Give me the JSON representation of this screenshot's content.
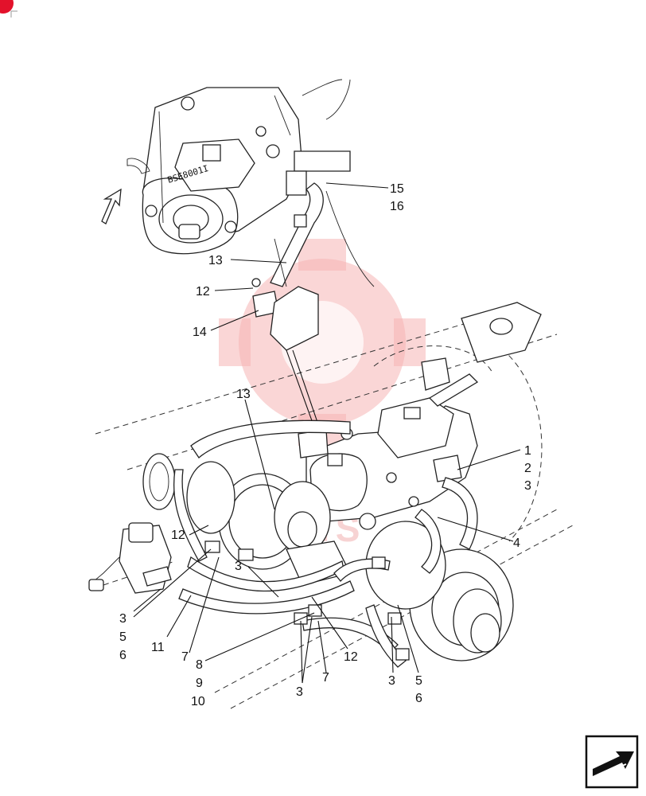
{
  "diagram": {
    "stamp_text": "BSE8001I",
    "watermark_text": "PARTS",
    "callouts": [
      {
        "id": "c15",
        "text": "15"
      },
      {
        "id": "c16",
        "text": "16"
      },
      {
        "id": "c13a",
        "text": "13"
      },
      {
        "id": "c12a",
        "text": "12"
      },
      {
        "id": "c14",
        "text": "14"
      },
      {
        "id": "c13b",
        "text": "13"
      },
      {
        "id": "c1",
        "text": "1"
      },
      {
        "id": "c2",
        "text": "2"
      },
      {
        "id": "c3a",
        "text": "3"
      },
      {
        "id": "c4",
        "text": "4"
      },
      {
        "id": "c12b",
        "text": "12"
      },
      {
        "id": "c3b",
        "text": "3"
      },
      {
        "id": "c3c",
        "text": "3"
      },
      {
        "id": "c5a",
        "text": "5"
      },
      {
        "id": "c6a",
        "text": "6"
      },
      {
        "id": "c11",
        "text": "11"
      },
      {
        "id": "c7a",
        "text": "7"
      },
      {
        "id": "c8",
        "text": "8"
      },
      {
        "id": "c9",
        "text": "9"
      },
      {
        "id": "c10",
        "text": "10"
      },
      {
        "id": "c3d",
        "text": "3"
      },
      {
        "id": "c7b",
        "text": "7"
      },
      {
        "id": "c12c",
        "text": "12"
      },
      {
        "id": "c3e",
        "text": "3"
      },
      {
        "id": "c5b",
        "text": "5"
      },
      {
        "id": "c6b",
        "text": "6"
      }
    ]
  },
  "nav": {
    "next_icon": "arrow-next-icon"
  },
  "colors": {
    "accent_red": "#e3122b",
    "watermark": "#f1b0b0",
    "line": "#111111"
  }
}
